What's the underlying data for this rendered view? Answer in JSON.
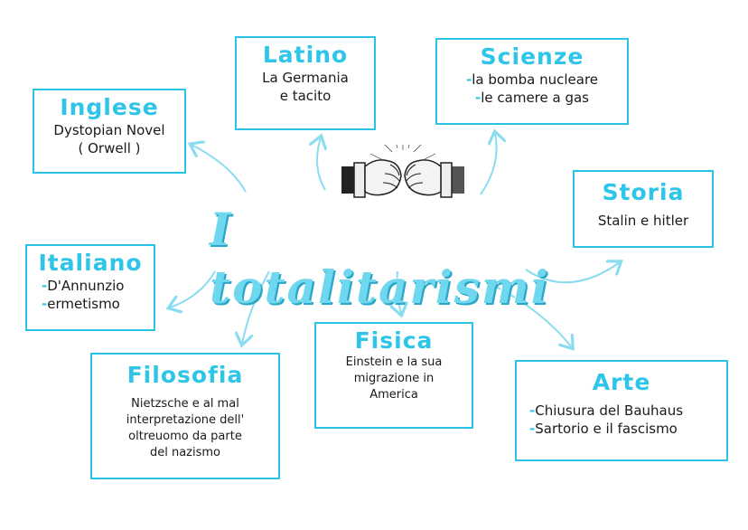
{
  "title": "I totalitarismi",
  "colors": {
    "accent": "#2ec5e8",
    "border": "#29c4e6",
    "text": "#1a1a1a"
  },
  "icon": "fist-bump-icon",
  "boxes": {
    "inglese": {
      "title": "Inglese",
      "lines": [
        "Dystopian Novel",
        "( Orwell )"
      ]
    },
    "latino": {
      "title": "Latino",
      "lines": [
        "La Germania",
        "e tacito"
      ]
    },
    "scienze": {
      "title": "Scienze",
      "lines": [
        "la bomba nucleare",
        "le camere a gas"
      ]
    },
    "storia": {
      "title": "Storia",
      "lines": [
        "Stalin e hitler"
      ]
    },
    "italiano": {
      "title": "Italiano",
      "lines": [
        "D'Annunzio",
        "ermetismo"
      ]
    },
    "filosofia": {
      "title": "Filosofia",
      "lines": [
        "Nietzsche e al mal",
        "interpretazione dell'",
        "oltreuomo da parte",
        "del nazismo"
      ]
    },
    "fisica": {
      "title": "Fisica",
      "lines": [
        "Einstein e la sua",
        "migrazione in",
        "America"
      ]
    },
    "arte": {
      "title": "Arte",
      "lines": [
        "Chiusura del Bauhaus",
        "Sartorio e il fascismo"
      ]
    }
  }
}
